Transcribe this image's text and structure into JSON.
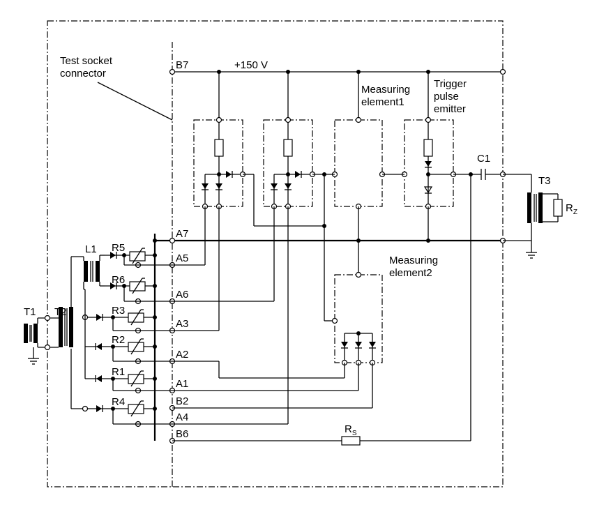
{
  "labels": {
    "test_socket": [
      "Test socket",
      "connector"
    ],
    "voltage": "+150 V",
    "measuring_element_1": [
      "Measuring",
      "element1"
    ],
    "measuring_element_2": [
      "Measuring",
      "element2"
    ],
    "trigger": [
      "Trigger",
      "pulse",
      "emitter"
    ]
  },
  "components": {
    "t1": "T1",
    "t2": "T2",
    "t3": "T3",
    "l1": "L1",
    "c1": "C1",
    "r1": "R1",
    "r2": "R2",
    "r3": "R3",
    "r4": "R4",
    "r5": "R5",
    "r6": "R6",
    "rs_main": "R",
    "rs_sub": "S",
    "rz_main": "R",
    "rz_sub": "Z"
  },
  "terminals": {
    "b7": "B7",
    "a7": "A7",
    "a5": "A5",
    "a6": "A6",
    "a3": "A3",
    "a2": "A2",
    "a1": "A1",
    "b2": "B2",
    "a4": "A4",
    "b6": "B6"
  }
}
